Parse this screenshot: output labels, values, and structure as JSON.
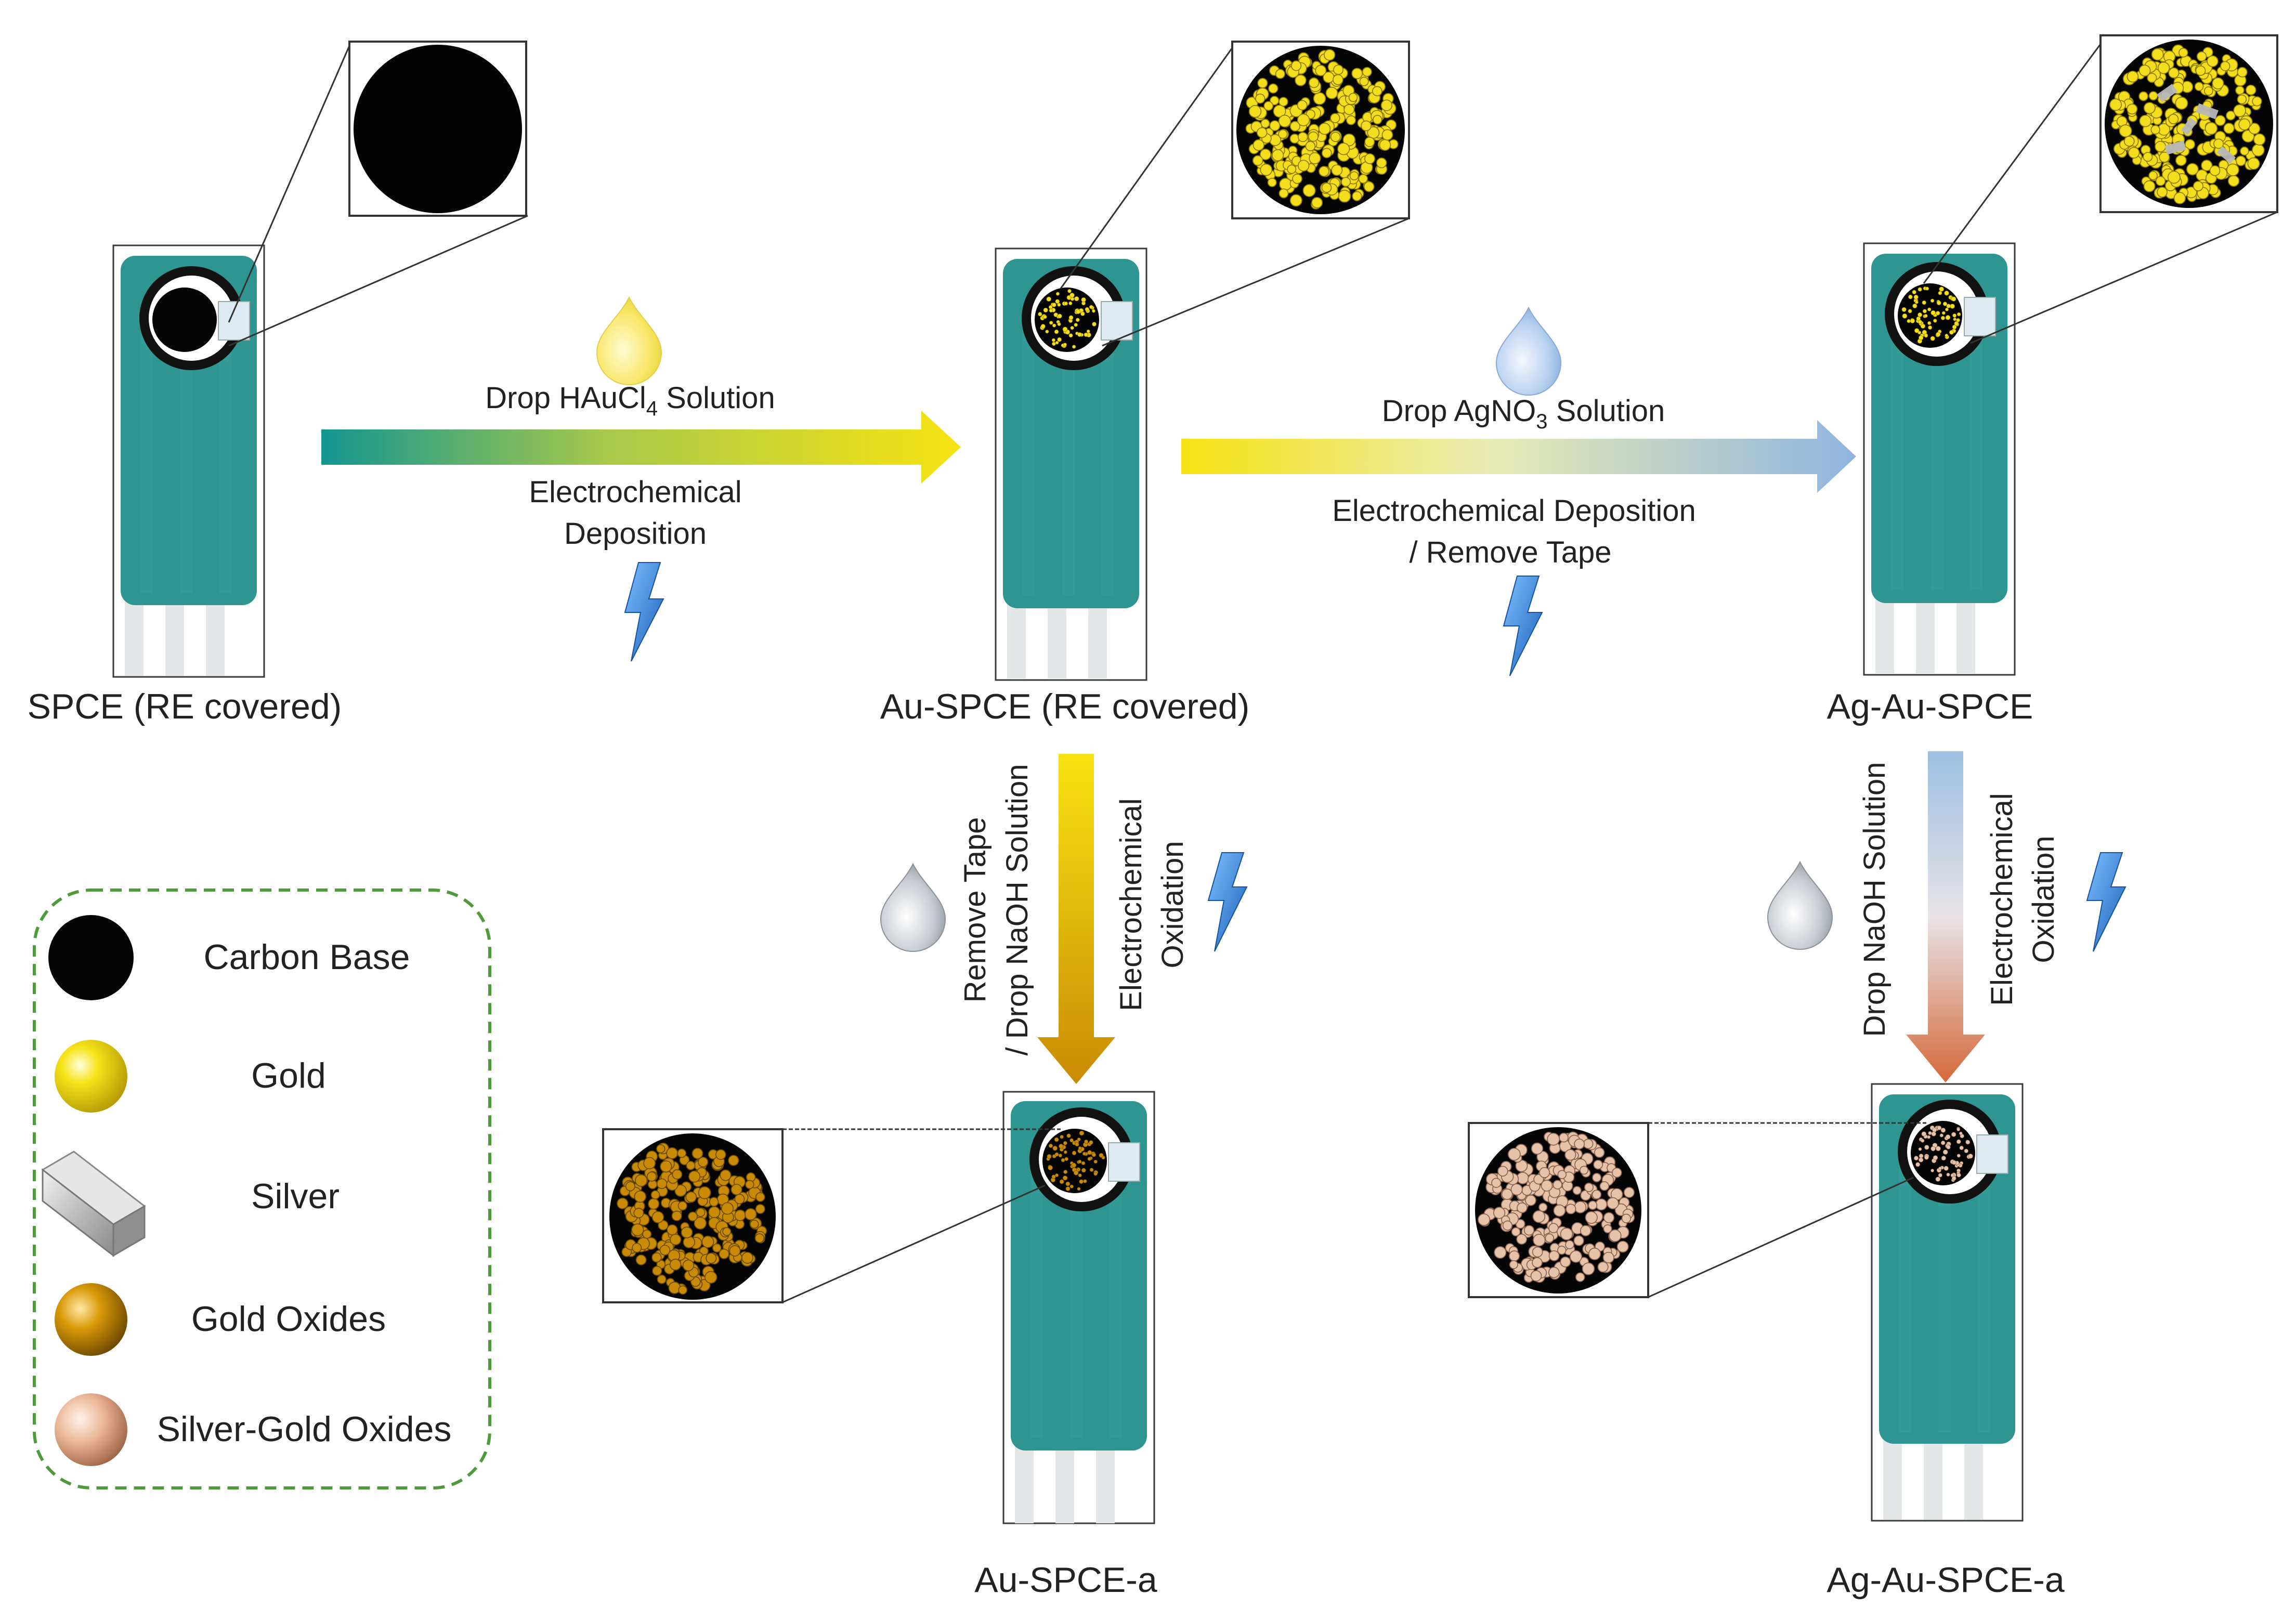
{
  "electrodes": {
    "spce": "SPCE (RE covered)",
    "au_spce": "Au-SPCE (RE covered)",
    "ag_au_spce": "Ag-Au-SPCE",
    "au_spce_a": "Au-SPCE-a",
    "ag_au_spce_a": "Ag-Au-SPCE-a"
  },
  "steps": {
    "step1": {
      "top_pre": "Drop HAuCl",
      "top_sub": "4",
      "top_post": " Solution",
      "bottom_line1": "Electrochemical",
      "bottom_line2": "Deposition"
    },
    "step2": {
      "top_pre": "Drop AgNO",
      "top_sub": "3",
      "top_post": " Solution",
      "bottom_line1": "Electrochemical Deposition",
      "bottom_line2": "/ Remove Tape"
    },
    "step3": {
      "left_line1": "Remove Tape",
      "left_line2": "/ Drop NaOH Solution",
      "right_line1": "Electrochemical",
      "right_line2": "Oxidation"
    },
    "step4": {
      "left_line1": "Drop NaOH Solution",
      "right_line1": "Electrochemical",
      "right_line2": "Oxidation"
    }
  },
  "legend": {
    "items": [
      {
        "label": "Carbon Base",
        "icon": "carbon-base-icon",
        "color": "#050505"
      },
      {
        "label": "Gold",
        "icon": "gold-icon",
        "color": "#f5e21a"
      },
      {
        "label": "Silver",
        "icon": "silver-icon",
        "color": "#c9c9c9"
      },
      {
        "label": "Gold Oxides",
        "icon": "gold-oxides-icon",
        "color": "#c98a06"
      },
      {
        "label": "Silver-Gold Oxides",
        "icon": "silver-gold-oxides-icon",
        "color": "#e8b594"
      }
    ]
  },
  "colors": {
    "electrode_body": "#2e9590",
    "carbon": "#050505",
    "gold": "#f2de1c",
    "gold_oxide": "#c98a06",
    "silver_gold_oxide": "#e6c2a8",
    "arrow_teal": "#159690",
    "arrow_yellow": "#f5e21a",
    "arrow_blue": "#9dbfe3",
    "arrow_orange": "#d97a3c",
    "legend_border": "#4f9a3a",
    "lightning": "#2a7fd6"
  }
}
